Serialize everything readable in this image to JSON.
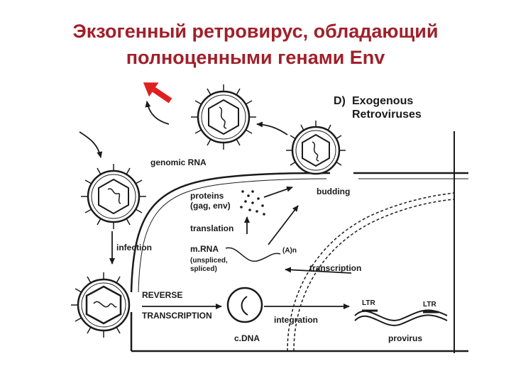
{
  "slide": {
    "title_line1": "Экзогенный ретровирус, обладающий",
    "title_line2": "полноценными генами Env"
  },
  "diagram": {
    "panel_id": "D)",
    "heading_line1": "Exogenous",
    "heading_line2": "Retroviruses",
    "labels": {
      "genomic_rna": "genomic RNA",
      "proteins": "proteins",
      "gag_env": "(gag, env)",
      "budding": "budding",
      "translation": "translation",
      "infection": "infection",
      "mrna": "m.RNA",
      "poly_a": "(A)n",
      "unspliced": "(unspliced,",
      "spliced": "spliced)",
      "transcription": "transcription",
      "reverse": "REVERSE",
      "transcription_rt": "TRANSCRIPTION",
      "ltr_left": "LTR",
      "ltr_right": "LTR",
      "integration": "integration",
      "cdna": "c.DNA",
      "provirus": "provirus"
    },
    "colors": {
      "title": "#a0202a",
      "highlight_arrow": "#e02020",
      "ink": "#1a1a1a"
    }
  }
}
